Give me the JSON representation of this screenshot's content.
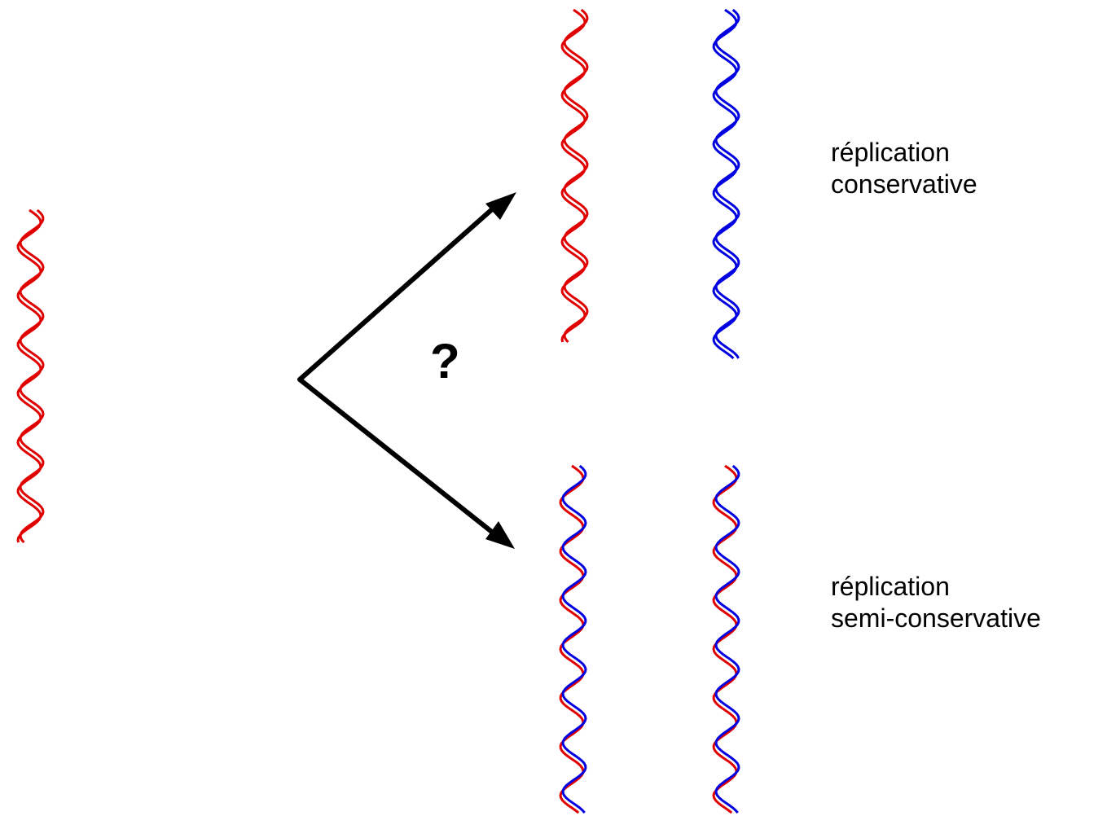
{
  "question_mark": "?",
  "outcomes": [
    {
      "id": "conservative",
      "line1": "réplication",
      "line2": "conservative"
    },
    {
      "id": "semi_conservative",
      "line1": "réplication",
      "line2": "semi-conservative"
    }
  ],
  "colors": {
    "parental_strand": "#e00000",
    "new_strand": "#0000e0",
    "arrow": "#000000",
    "text": "#000000"
  }
}
